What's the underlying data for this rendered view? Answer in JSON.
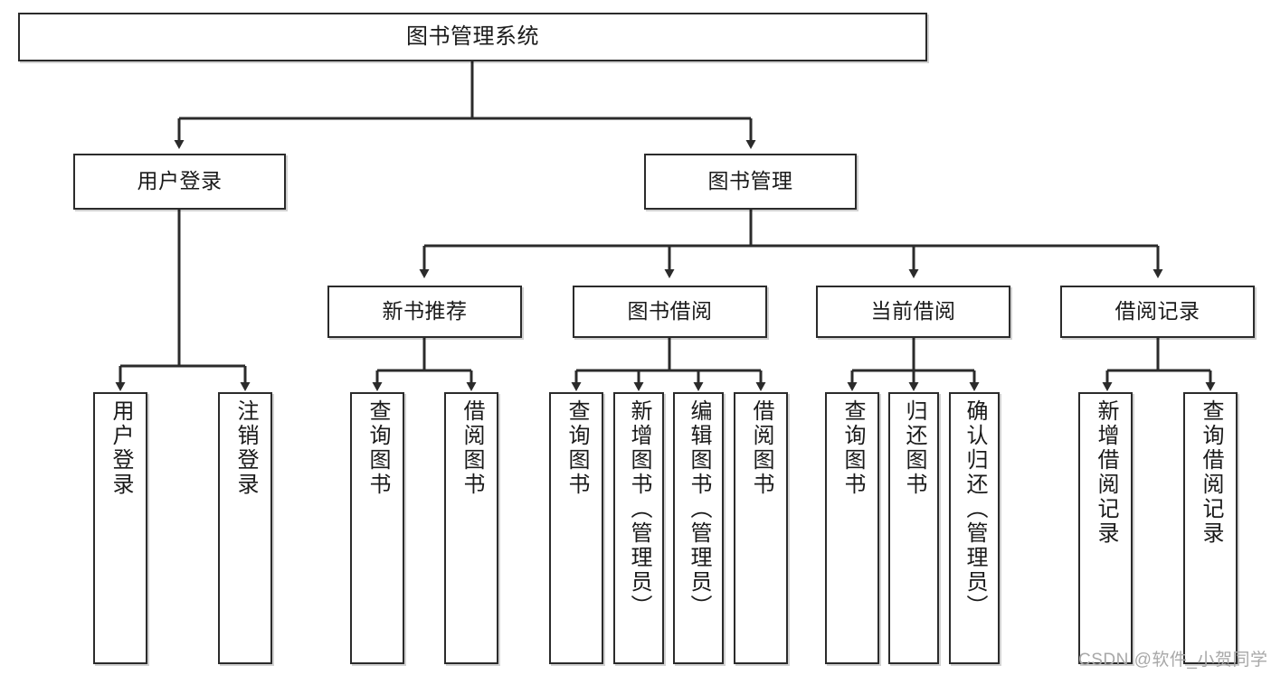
{
  "diagram": {
    "title": "图书管理系统",
    "type": "tree-hierarchy",
    "colors": {
      "box_border": "#2b2b2b",
      "box_fill": "#ffffff",
      "connector": "#2b2b2b",
      "watermark": "#a8a8a8"
    },
    "root": {
      "label": "图书管理系统"
    },
    "level2": [
      {
        "label": "用户登录"
      },
      {
        "label": "图书管理"
      }
    ],
    "level3": [
      {
        "label": "新书推荐"
      },
      {
        "label": "图书借阅"
      },
      {
        "label": "当前借阅"
      },
      {
        "label": "借阅记录"
      }
    ],
    "leaves": {
      "user_login": [
        {
          "label": "用户登录"
        },
        {
          "label": "注销登录"
        }
      ],
      "new_book_recommend": [
        {
          "label": "查询图书"
        },
        {
          "label": "借阅图书"
        }
      ],
      "book_borrow": [
        {
          "label": "查询图书"
        },
        {
          "label": "新增图书（管理员）"
        },
        {
          "label": "编辑图书（管理员）"
        },
        {
          "label": "借阅图书"
        }
      ],
      "current_borrow": [
        {
          "label": "查询图书"
        },
        {
          "label": "归还图书"
        },
        {
          "label": "确认归还（管理员）"
        }
      ],
      "borrow_record": [
        {
          "label": "新增借阅记录"
        },
        {
          "label": "查询借阅记录"
        }
      ]
    }
  },
  "watermark": {
    "text": "CSDN @软件_小贺同学"
  }
}
